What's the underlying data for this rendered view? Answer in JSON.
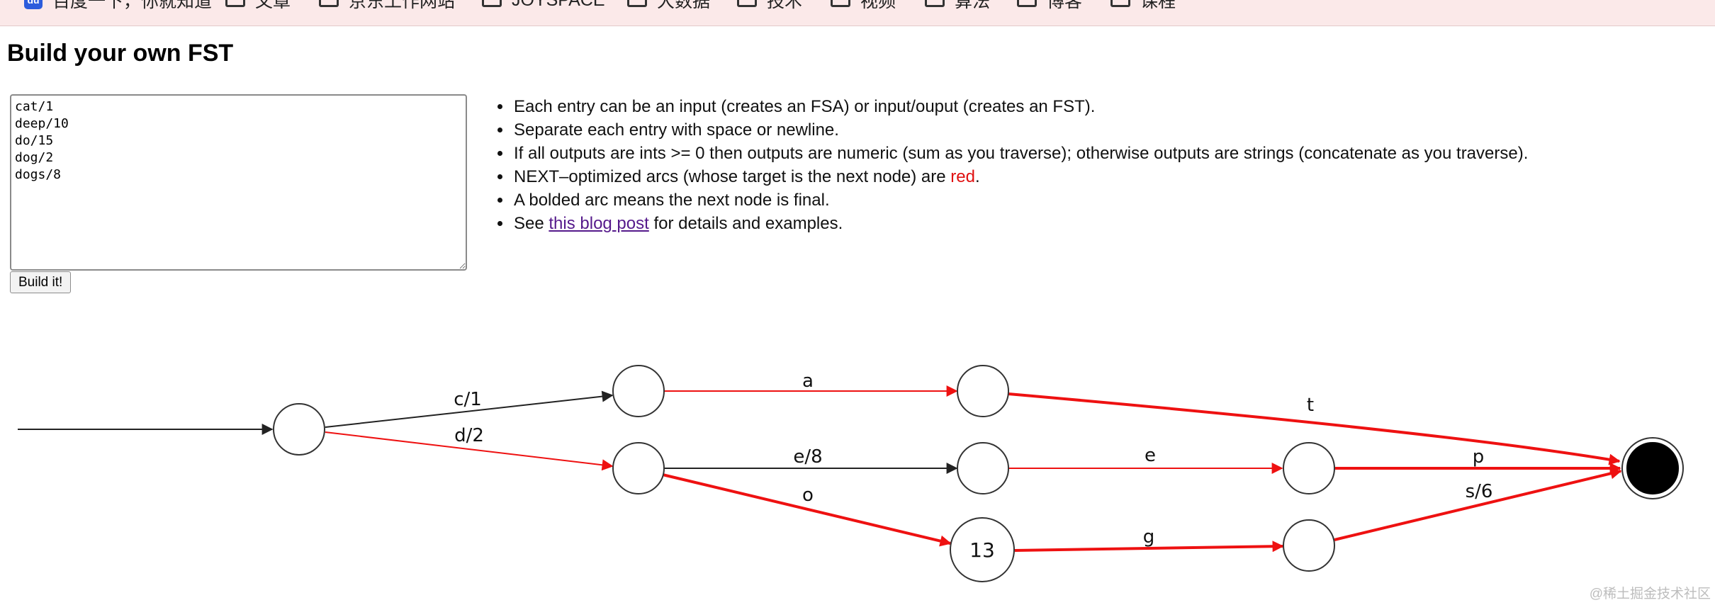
{
  "bookmarks": [
    {
      "label": "百度一下，你就知道",
      "icon": "baidu-site-icon"
    },
    {
      "label": "文章",
      "icon": "folder-icon"
    },
    {
      "label": "京东工作网站",
      "icon": "folder-icon"
    },
    {
      "label": "JOYSPACE",
      "icon": "folder-icon"
    },
    {
      "label": "大数据",
      "icon": "folder-icon"
    },
    {
      "label": "技术",
      "icon": "folder-icon"
    },
    {
      "label": "视频",
      "icon": "folder-icon"
    },
    {
      "label": "算法",
      "icon": "folder-icon"
    },
    {
      "label": "博客",
      "icon": "folder-icon"
    },
    {
      "label": "课程",
      "icon": "folder-icon"
    }
  ],
  "page": {
    "title": "Build your own FST",
    "input_value": "cat/1\ndeep/10\ndo/15\ndog/2\ndogs/8",
    "build_button": "Build it!"
  },
  "notes": {
    "n1": "Each entry can be an input (creates an FSA) or input/ouput (creates an FST).",
    "n2": "Separate each entry with space or newline.",
    "n3": "If all outputs are ints >= 0 then outputs are numeric (sum as you traverse); otherwise outputs are strings (concatenate as you traverse).",
    "n4_before": "NEXT–optimized arcs (whose target is the next node) are ",
    "n4_red": "red",
    "n4_after": ".",
    "n5": "A bolded arc means the next node is final.",
    "n6_before": "See ",
    "n6_link": "this blog post",
    "n6_after": " for details and examples."
  },
  "graph": {
    "edge_labels": {
      "c": "c/1",
      "d": "d/2",
      "a": "a",
      "e8": "e/8",
      "o": "o",
      "t": "t",
      "e": "e",
      "g": "g",
      "p": "p",
      "s": "s/6"
    },
    "node_output": "13",
    "colors": {
      "next_arc": "#ee1111",
      "normal_arc": "#222222"
    }
  },
  "watermark": "@稀土掘金技术社区"
}
